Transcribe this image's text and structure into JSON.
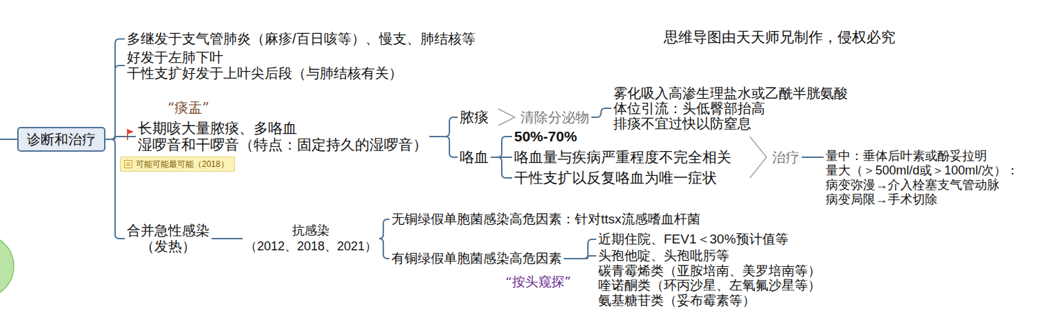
{
  "diagram": {
    "nodes": [
      {
        "text": [
          "诊断和治疗"
        ]
      },
      {
        "text": [
          "多继发于支气管肺炎（麻疹/百日咳等）、慢支、肺结核等"
        ]
      },
      {
        "text": [
          "好发于左肺下叶 干性支扩好发于上叶尖后段（与肺结核有关）"
        ]
      },
      {
        "text": [
          "长期咳大量脓痰、多咯血 湿啰音和干啰音（特点：固定持久的湿啰音）"
        ]
      },
      {
        "text": [
          "可能可能最可能（2018）"
        ]
      },
      {
        "text": [
          "脓痰"
        ]
      },
      {
        "text": [
          "清除分泌物"
        ]
      },
      {
        "text": [
          "雾化吸入高渗生理盐水或乙酰半胱氨酸 体位引流：头低臀部抬高 排痰不宜过快以防窒息"
        ]
      },
      {
        "text": [
          "咯血"
        ]
      },
      {
        "text": [
          "50%-70%"
        ]
      },
      {
        "text": [
          "咯血量与疾病严重程度不完全相关"
        ]
      },
      {
        "text": [
          "治疗"
        ]
      },
      {
        "text": [
          "量中：垂体后叶素或酚妥拉明 量大（＞500ml/d或＞100ml/次）： 病变弥漫→介入栓塞支气管动脉 病变局限→手术切除"
        ]
      },
      {
        "text": [
          "干性支扩以反复咯血为唯一症状"
        ]
      },
      {
        "text": [
          "合并急性感染 （发热）"
        ]
      },
      {
        "text": [
          "抗感染 （2012、2018、2021）"
        ]
      },
      {
        "text": [
          "无铜绿假单胞菌感染高危因素：针对ttsx流感嗜血杆菌"
        ]
      },
      {
        "text": [
          "有铜绿假单胞菌感染高危因素"
        ]
      },
      {
        "text": [
          "近期住院、FEV1＜30%预计值等"
        ]
      },
      {
        "text": [
          "头孢他啶、头孢吡肟等 碳青霉烯类（亚胺培南、美罗培南等） 喹诺酮类（环丙沙星、左氧氟沙星等） 氨基糖苷类（妥布霉素等）"
        ]
      }
    ],
    "edges": [
      {
        "from": 0,
        "to": 1,
        "arrow": "none"
      },
      {
        "from": 0,
        "to": 2,
        "arrow": "none"
      },
      {
        "from": 0,
        "to": 3,
        "arrow": "none"
      },
      {
        "from": 0,
        "to": 14,
        "arrow": "none"
      },
      {
        "from": 3,
        "to": 5,
        "arrow": "none"
      },
      {
        "from": 3,
        "to": 8,
        "arrow": "none"
      },
      {
        "from": 5,
        "to": 6,
        "arrow": "none"
      },
      {
        "from": 6,
        "to": 7,
        "arrow": "none"
      },
      {
        "from": 8,
        "to": 9,
        "arrow": "none"
      },
      {
        "from": 8,
        "to": 10,
        "arrow": "none"
      },
      {
        "from": 8,
        "to": 13,
        "arrow": "none"
      },
      {
        "from": 10,
        "to": 11,
        "arrow": "none"
      },
      {
        "from": 11,
        "to": 12,
        "arrow": "none"
      },
      {
        "from": 14,
        "to": 15,
        "arrow": "none"
      },
      {
        "from": 15,
        "to": 16,
        "arrow": "none"
      },
      {
        "from": 15,
        "to": 17,
        "arrow": "none"
      },
      {
        "from": 17,
        "to": 18,
        "arrow": "none"
      },
      {
        "from": 17,
        "to": 19,
        "arrow": "none"
      }
    ],
    "labels": [
      "思维导图由天天师兄制作，侵权必究",
      "“痰盂”",
      "“按头窥探”"
    ]
  }
}
